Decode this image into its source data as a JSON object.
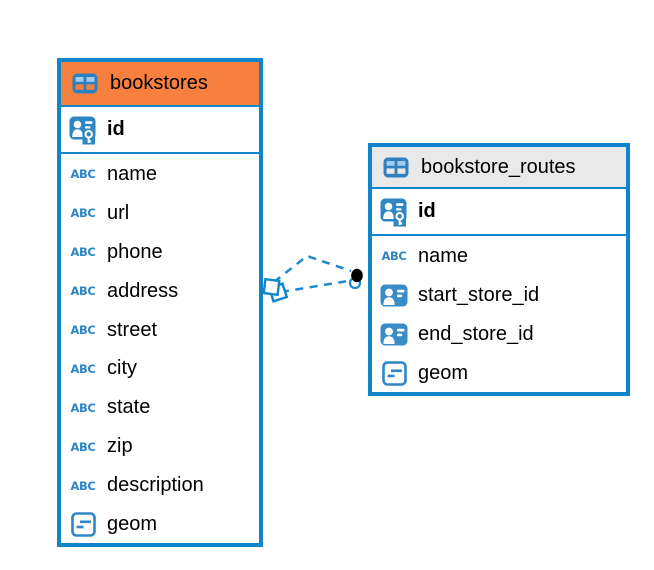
{
  "diagram": {
    "icons": {
      "text_type_label": "ABC"
    },
    "colors": {
      "table_border": "#1185c9",
      "bookstores_header_bg": "#f8803f",
      "routes_header_bg": "#e9e9e9",
      "icon_blue": "#2e86c5",
      "icon_cell_light_blue": "#a2cbe9",
      "relationship_line": "#1e88cb",
      "text": "#000000"
    },
    "tables": [
      {
        "title": "bookstores",
        "columns": [
          {
            "name": "id",
            "icon": "primary-key-icon",
            "primary": true
          },
          {
            "name": "name",
            "icon": "text-icon"
          },
          {
            "name": "url",
            "icon": "text-icon"
          },
          {
            "name": "phone",
            "icon": "text-icon"
          },
          {
            "name": "address",
            "icon": "text-icon"
          },
          {
            "name": "street",
            "icon": "text-icon"
          },
          {
            "name": "city",
            "icon": "text-icon"
          },
          {
            "name": "state",
            "icon": "text-icon"
          },
          {
            "name": "zip",
            "icon": "text-icon"
          },
          {
            "name": "description",
            "icon": "text-icon"
          },
          {
            "name": "geom",
            "icon": "geometry-icon"
          }
        ]
      },
      {
        "title": "bookstore_routes",
        "columns": [
          {
            "name": "id",
            "icon": "primary-key-icon",
            "primary": true
          },
          {
            "name": "name",
            "icon": "text-icon"
          },
          {
            "name": "start_store_id",
            "icon": "reference-icon"
          },
          {
            "name": "end_store_id",
            "icon": "reference-icon"
          },
          {
            "name": "geom",
            "icon": "geometry-icon"
          }
        ]
      }
    ],
    "relationships": [
      {
        "from": "bookstores",
        "to": "bookstore_routes",
        "style": "dashed"
      },
      {
        "from": "bookstores",
        "to": "bookstore_routes",
        "style": "dashed"
      }
    ]
  }
}
